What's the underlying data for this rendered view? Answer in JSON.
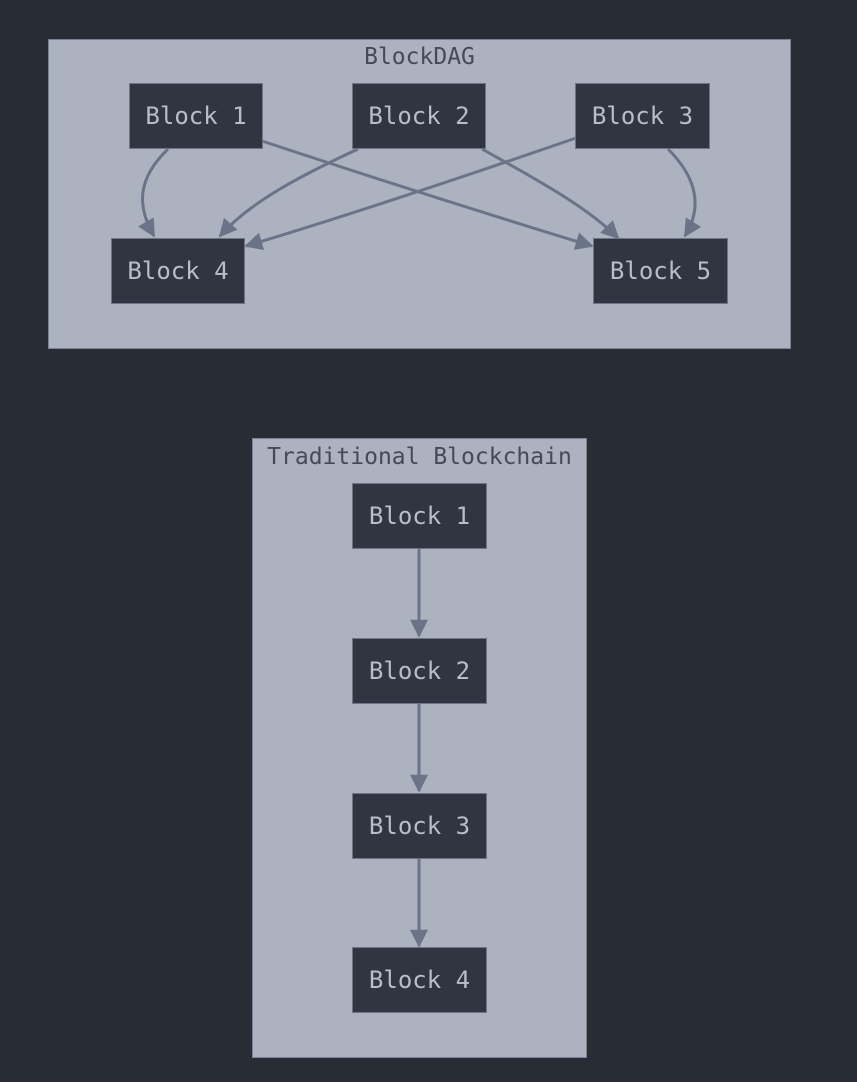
{
  "dag": {
    "title": "BlockDAG",
    "nodes": [
      "Block 1",
      "Block 2",
      "Block 3",
      "Block 4",
      "Block 5"
    ]
  },
  "chain": {
    "title": "Traditional Blockchain",
    "nodes": [
      "Block 1",
      "Block 2",
      "Block 3",
      "Block 4"
    ]
  },
  "edges": {
    "dag": [
      [
        "Block 1",
        "Block 4"
      ],
      [
        "Block 1",
        "Block 5"
      ],
      [
        "Block 2",
        "Block 4"
      ],
      [
        "Block 2",
        "Block 5"
      ],
      [
        "Block 3",
        "Block 4"
      ],
      [
        "Block 3",
        "Block 5"
      ]
    ],
    "chain": [
      [
        "Block 1",
        "Block 2"
      ],
      [
        "Block 2",
        "Block 3"
      ],
      [
        "Block 3",
        "Block 4"
      ]
    ]
  },
  "colors": {
    "background": "#282c35",
    "cluster_fill": "#adb2c0",
    "node_fill": "#313541",
    "edge": "#6b7389",
    "node_text": "#b8bdca"
  }
}
